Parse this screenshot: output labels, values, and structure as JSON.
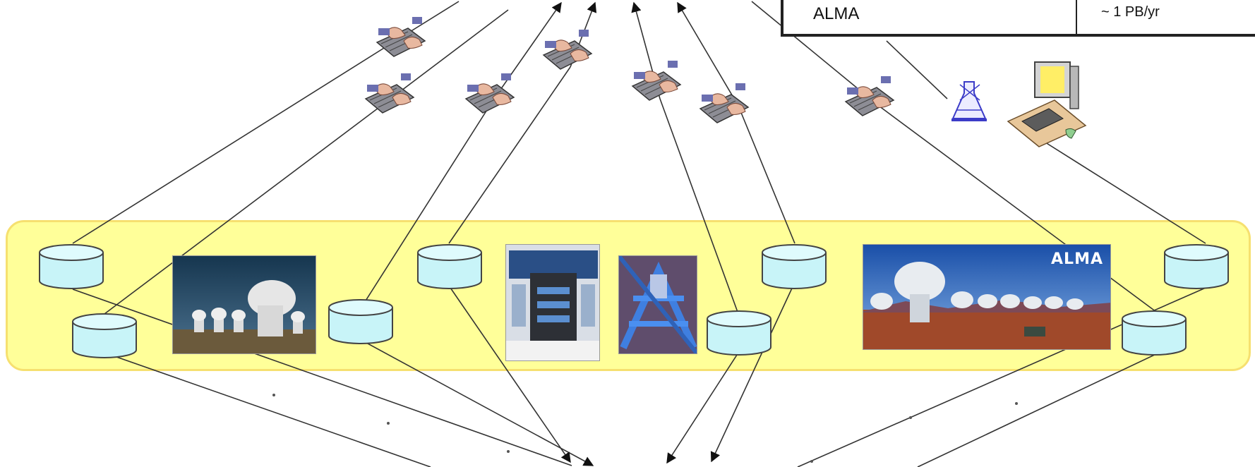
{
  "table": {
    "row": {
      "name": "ALMA",
      "rate": "~ 1 PB/yr"
    }
  },
  "photos": {
    "alma_array_caption": "ALMA"
  },
  "colors": {
    "band_fill": "#ffff99",
    "band_border": "#f6e070",
    "database_fill": "#c8f4f8",
    "wire": "#222222"
  },
  "icons": {
    "user": "keyboard-with-hands-icon",
    "database": "database-cylinder-icon",
    "workstation": "desktop-computer-icon",
    "lab": "lab-flask-icon"
  }
}
